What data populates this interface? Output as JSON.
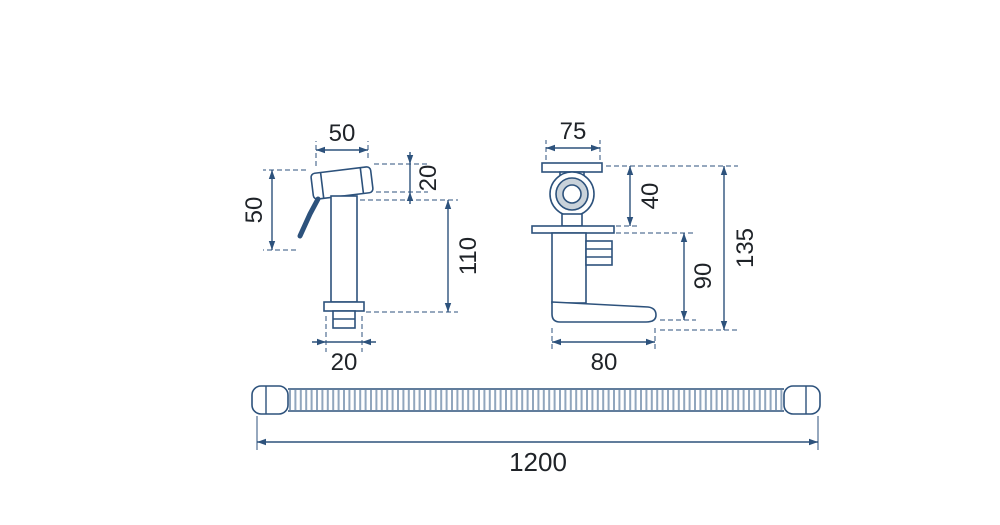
{
  "page": {
    "background_color": "#ffffff"
  },
  "drawing": {
    "type": "technical-dimension-drawing",
    "subject": "hand bidet sprayer set with wall valve and flexible hose",
    "line_color": "#2d527c",
    "text_color": "#1f2328",
    "sprayer": {
      "head_width_mm": "50",
      "head_height_mm": "50",
      "head_thickness_mm": "20",
      "body_height_mm": "110",
      "connector_width_mm": "20"
    },
    "valve": {
      "width_mm": "75",
      "handle_height_mm": "40",
      "body_height_mm": "90",
      "total_height_mm": "135",
      "spout_length_mm": "80"
    },
    "hose": {
      "length_mm": "1200"
    }
  }
}
